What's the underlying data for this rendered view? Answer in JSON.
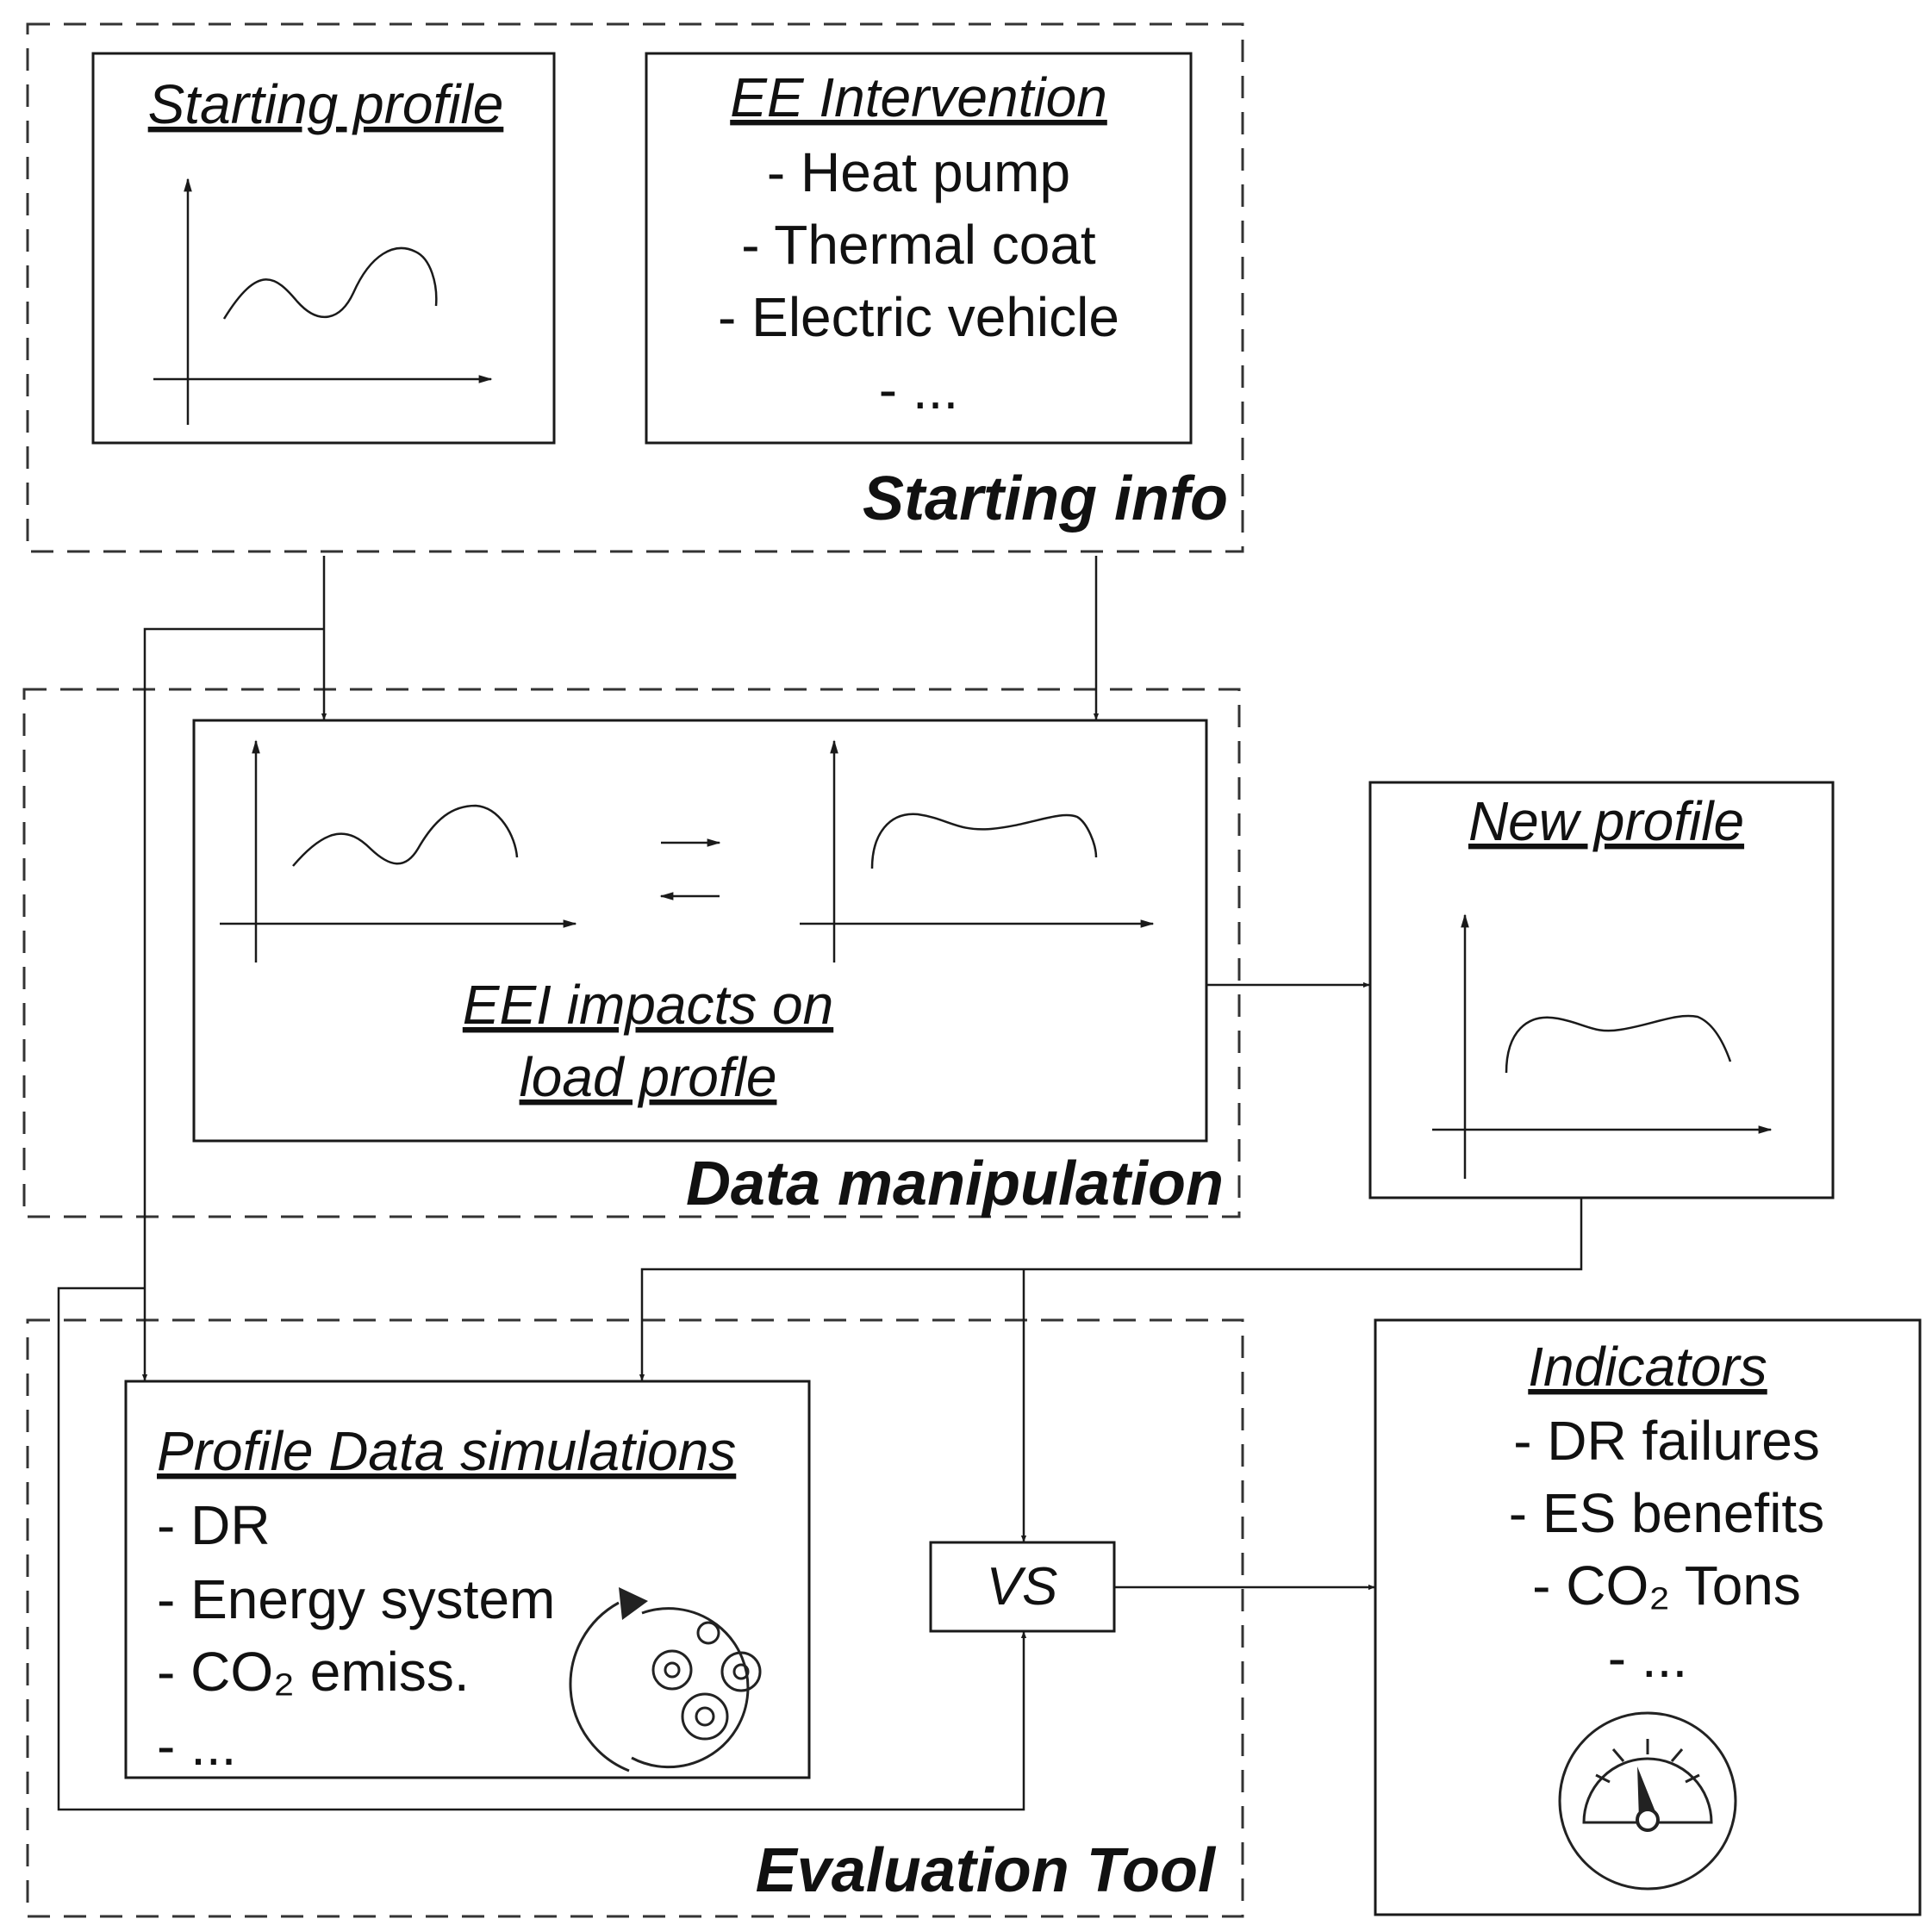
{
  "groups": {
    "starting_info": "Starting info",
    "data_manipulation": "Data manipulation",
    "evaluation_tool": "Evaluation Tool"
  },
  "starting_profile": {
    "title": "Starting profile"
  },
  "ee_intervention": {
    "title": "EE Intervention",
    "items": [
      "- Heat pump",
      "- Thermal coat",
      "- Electric vehicle",
      "- ..."
    ]
  },
  "eei_impacts": {
    "title_line1": "EEI impacts on",
    "title_line2": "load profle"
  },
  "new_profile": {
    "title": "New profile"
  },
  "profile_simulations": {
    "title": "Profile Data simulations",
    "items": [
      "- DR",
      "- Energy system",
      "- CO₂ emiss.",
      "- ..."
    ]
  },
  "vs_label": "VS",
  "indicators": {
    "title": "Indicators",
    "items": [
      "- DR failures",
      "- ES benefits",
      "- CO₂ Tons",
      "- ..."
    ]
  },
  "icons": {
    "simulation": "gears-cycle-icon",
    "indicators": "gauge-icon",
    "exchange": "exchange-arrows-icon"
  }
}
